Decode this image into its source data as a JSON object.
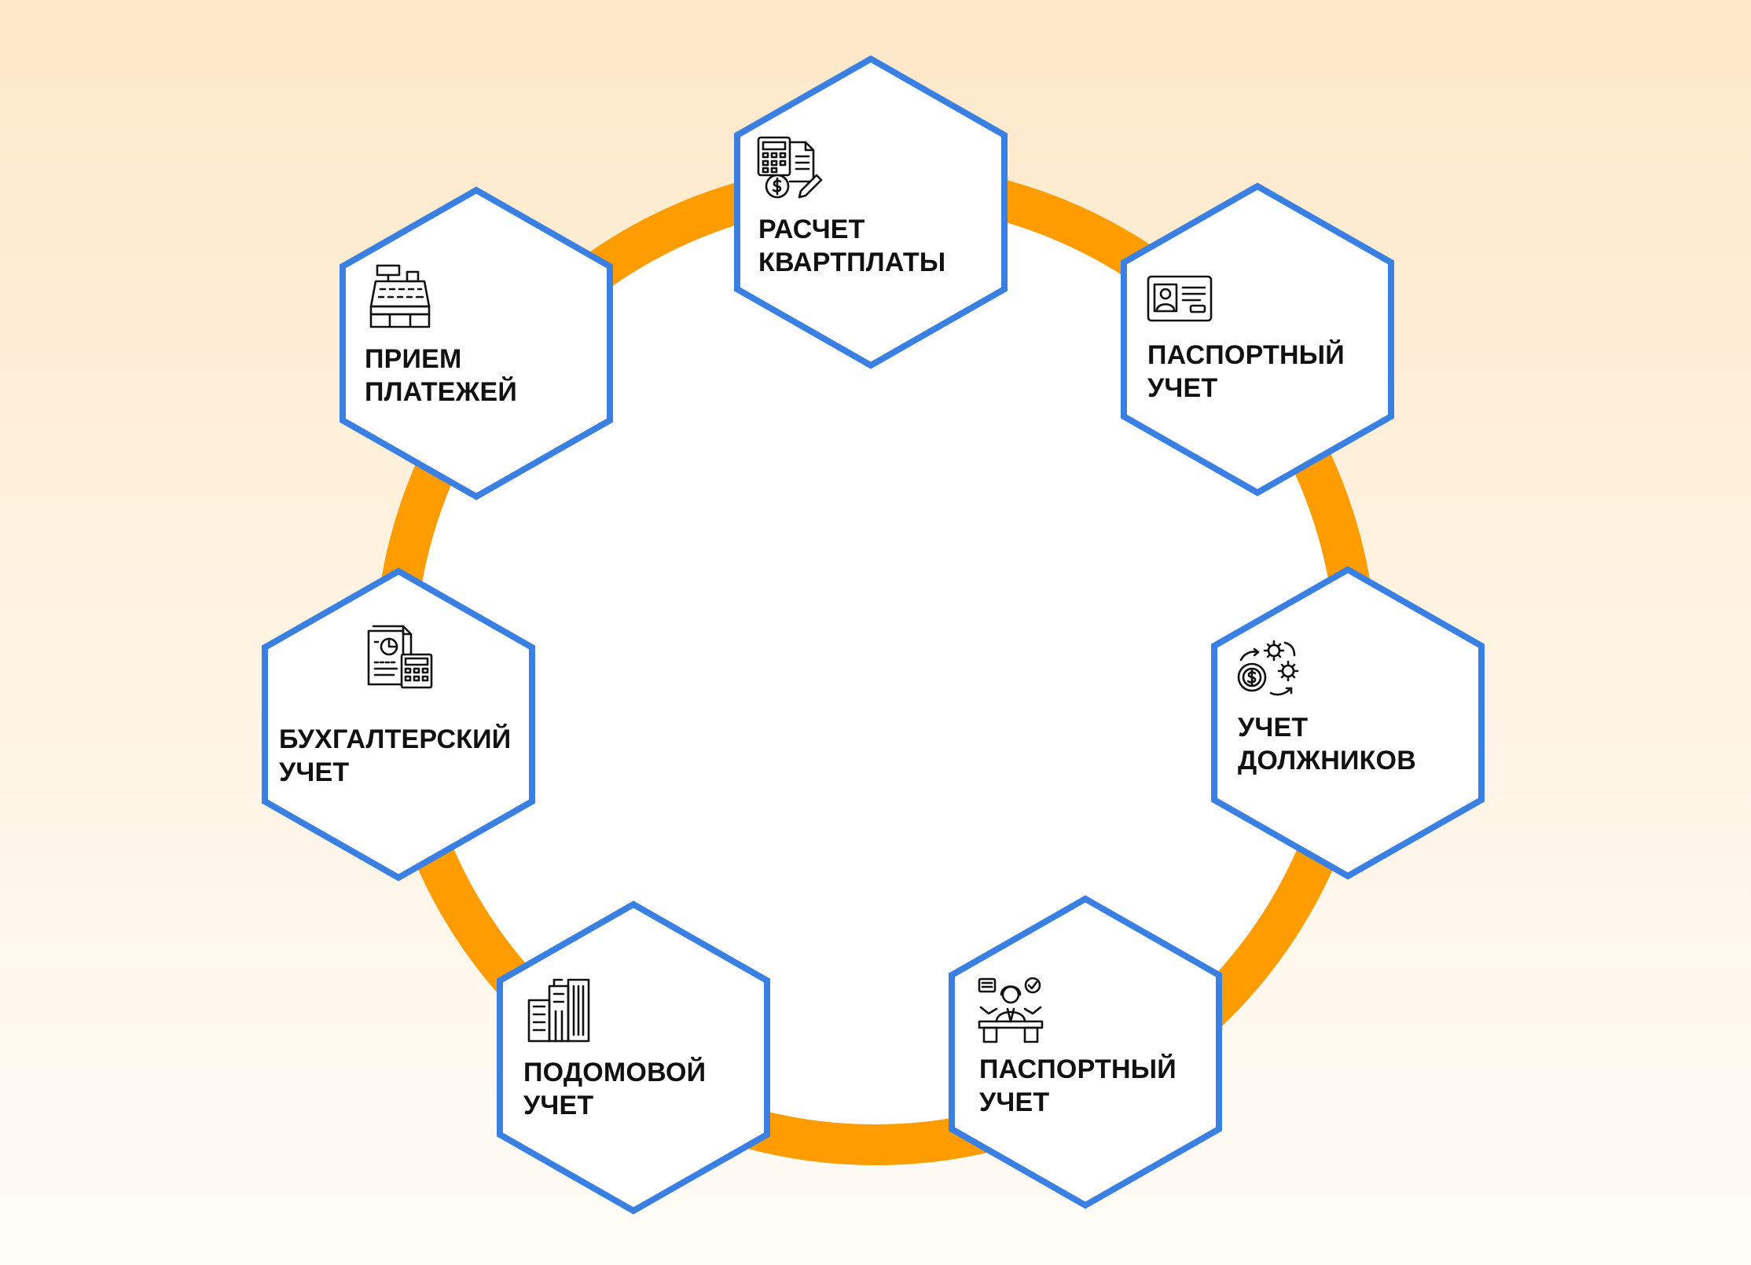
{
  "colors": {
    "ring": "#ff9c00",
    "hex_stroke": "#3a7fe2",
    "hex_fill": "#ffffff",
    "text": "#111111"
  },
  "nodes": {
    "rent": {
      "label_line1": "РАСЧЕТ",
      "label_line2": "КВАРТПЛАТЫ",
      "icon": "calculator-invoice-icon"
    },
    "passport_top": {
      "label_line1": "ПАСПОРТНЫЙ",
      "label_line2": "УЧЕТ",
      "icon": "id-card-icon"
    },
    "debtors": {
      "label_line1": "УЧЕТ",
      "label_line2": "ДОЛЖНИКОВ",
      "icon": "money-gears-icon"
    },
    "passport_bottom": {
      "label_line1": "ПАСПОРТНЫЙ",
      "label_line2": "УЧЕТ",
      "icon": "clerk-desk-icon"
    },
    "house": {
      "label_line1": "ПОДОМОВОЙ",
      "label_line2": "УЧЕТ",
      "icon": "buildings-icon"
    },
    "accounting": {
      "label_line1": "БУХГАЛТЕРСКИЙ",
      "label_line2": "УЧЕТ",
      "icon": "report-calculator-icon"
    },
    "payments": {
      "label_line1": "ПРИЕМ",
      "label_line2": "ПЛАТЕЖЕЙ",
      "icon": "cash-register-icon"
    }
  }
}
